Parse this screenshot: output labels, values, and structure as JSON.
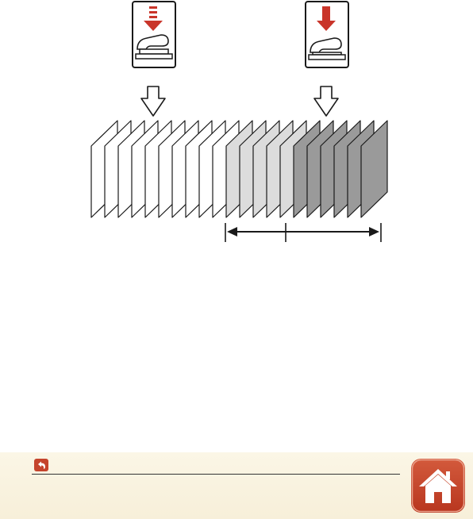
{
  "diagram": {
    "press_half": {
      "icon": "shutter-half-press-icon"
    },
    "press_full": {
      "icon": "shutter-full-press-icon"
    },
    "frame_counts": {
      "white": 10,
      "light_gray": 5,
      "dark_gray": 6
    },
    "colors": {
      "arrow_red": "#c9352a",
      "frame_white": "#ffffff",
      "frame_light": "#dcdcdc",
      "frame_dark": "#9a9a9a",
      "outline": "#1a1a1a"
    }
  },
  "footer": {
    "back_icon": "back-arrow-icon",
    "home_icon": "home-icon",
    "colors": {
      "button_red": "#c5442c",
      "background": "#f8f1dc"
    }
  }
}
